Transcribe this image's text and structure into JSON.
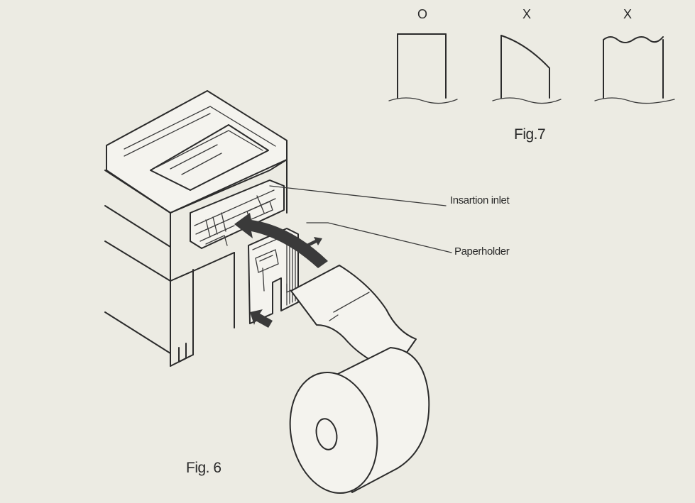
{
  "fig7": {
    "marks": [
      "O",
      "X",
      "X"
    ],
    "caption": "Fig.7"
  },
  "fig6": {
    "labels": {
      "insertion_inlet": "Insartion inlet",
      "paper_holder": "Paperholder"
    },
    "caption": "Fig. 6"
  }
}
